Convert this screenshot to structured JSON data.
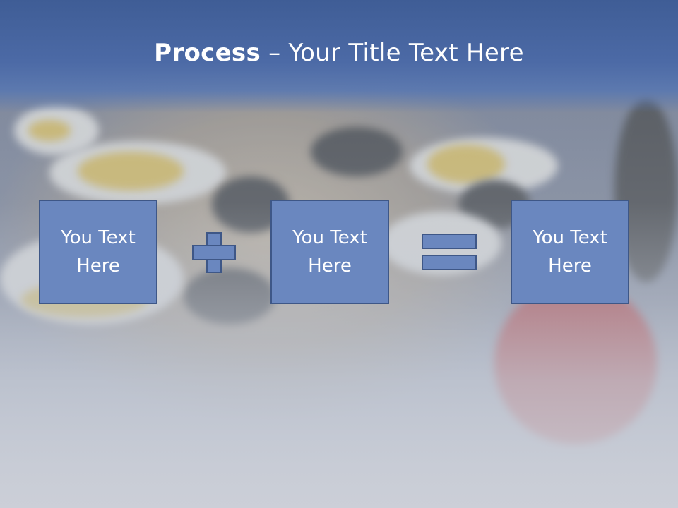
{
  "slide": {
    "title_bold": "Process",
    "title_rest": " – Your Title Text Here"
  },
  "process": {
    "boxes": [
      {
        "text": "You Text Here"
      },
      {
        "text": "You Text Here"
      },
      {
        "text": "You Text Here"
      }
    ],
    "operators": [
      "plus-icon",
      "equals-icon"
    ]
  },
  "colors": {
    "title_bar": "#4c6aa6",
    "box_fill": "#6a87bf",
    "box_border": "#3e5787",
    "text": "#ffffff"
  }
}
